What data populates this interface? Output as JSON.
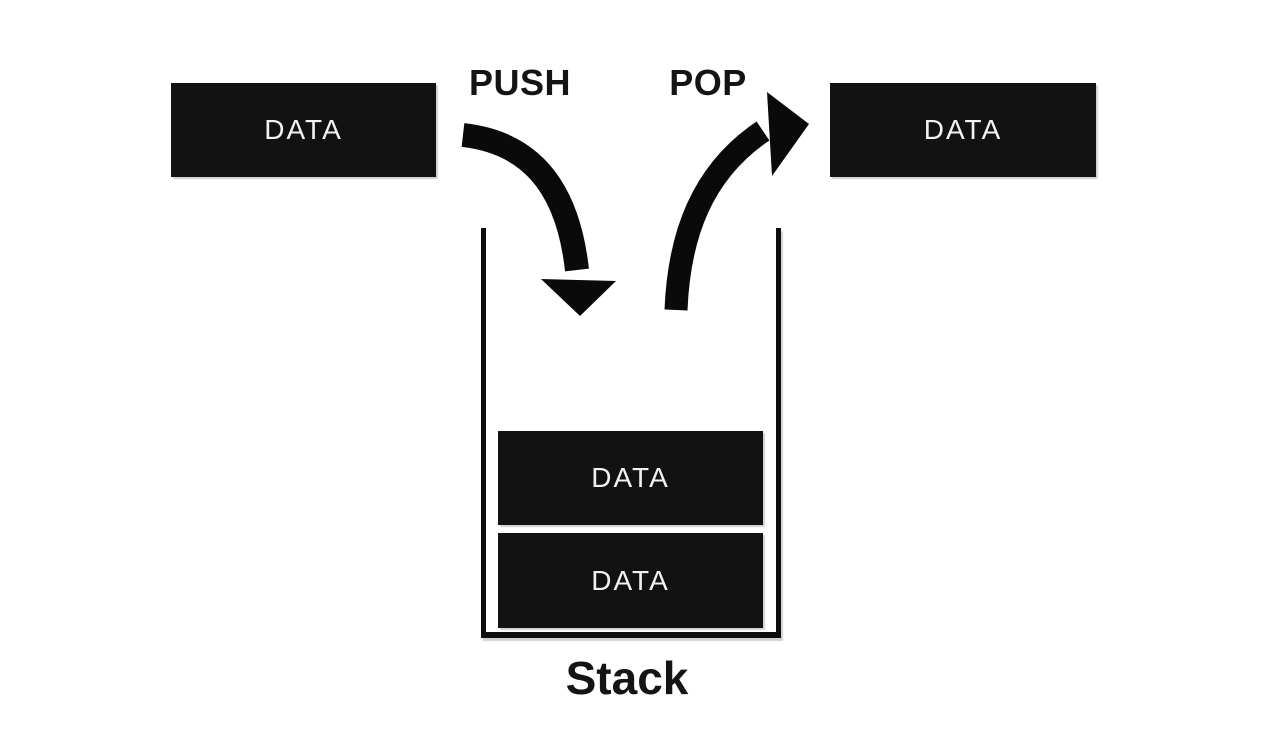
{
  "diagram": {
    "title": "Stack",
    "push_label": "PUSH",
    "pop_label": "POP",
    "input_box": {
      "label": "DATA"
    },
    "output_box": {
      "label": "DATA"
    },
    "stack_items": [
      {
        "label": "DATA"
      },
      {
        "label": "DATA"
      }
    ],
    "colors": {
      "background": "#ffffff",
      "box_fill": "#121212",
      "box_text": "#f2f2f2",
      "arrow": "#0a0a0a",
      "label_text": "#141414",
      "container_outline": "#0d0d0d"
    }
  }
}
